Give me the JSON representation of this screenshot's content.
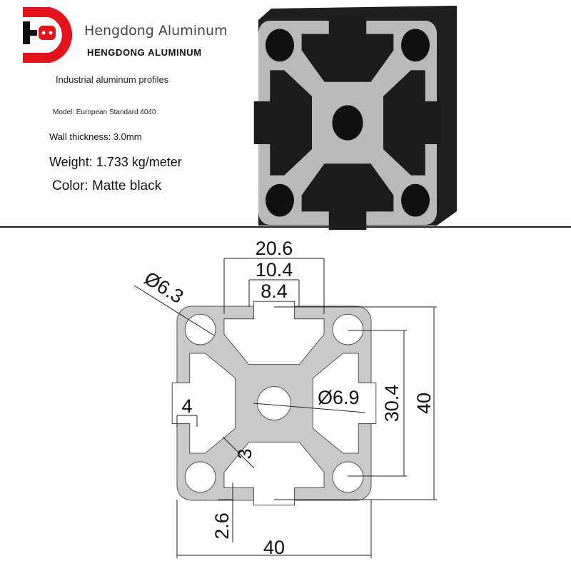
{
  "header": {
    "brand_name": "Hengdong Aluminum",
    "brand_name_caps": "HENGDONG  ALUMINUM",
    "subtitle": "Industrial aluminum profiles"
  },
  "specs": {
    "model": "Model: European Standard 4040",
    "wall_thickness": "Wall thickness: 3.0mm",
    "weight": "Weight: 1.733 kg/meter",
    "color": "Color: Matte black"
  },
  "drawing": {
    "dim_slot_inner": "20.6",
    "dim_slot_mid": "10.4",
    "dim_slot_opening": "8.4",
    "dim_corner_hole": "Ø6.3",
    "dim_center_hole": "Ø6.9",
    "dim_hole_spacing": "30.4",
    "dim_height": "40",
    "dim_width": "40",
    "dim_lip": "4",
    "dim_wall": "3",
    "dim_lip_thickness": "2.6"
  },
  "colors": {
    "brand_red": "#e3131b",
    "profile_gray": "#c9c9c9",
    "profile_black": "#1c1c1c"
  }
}
